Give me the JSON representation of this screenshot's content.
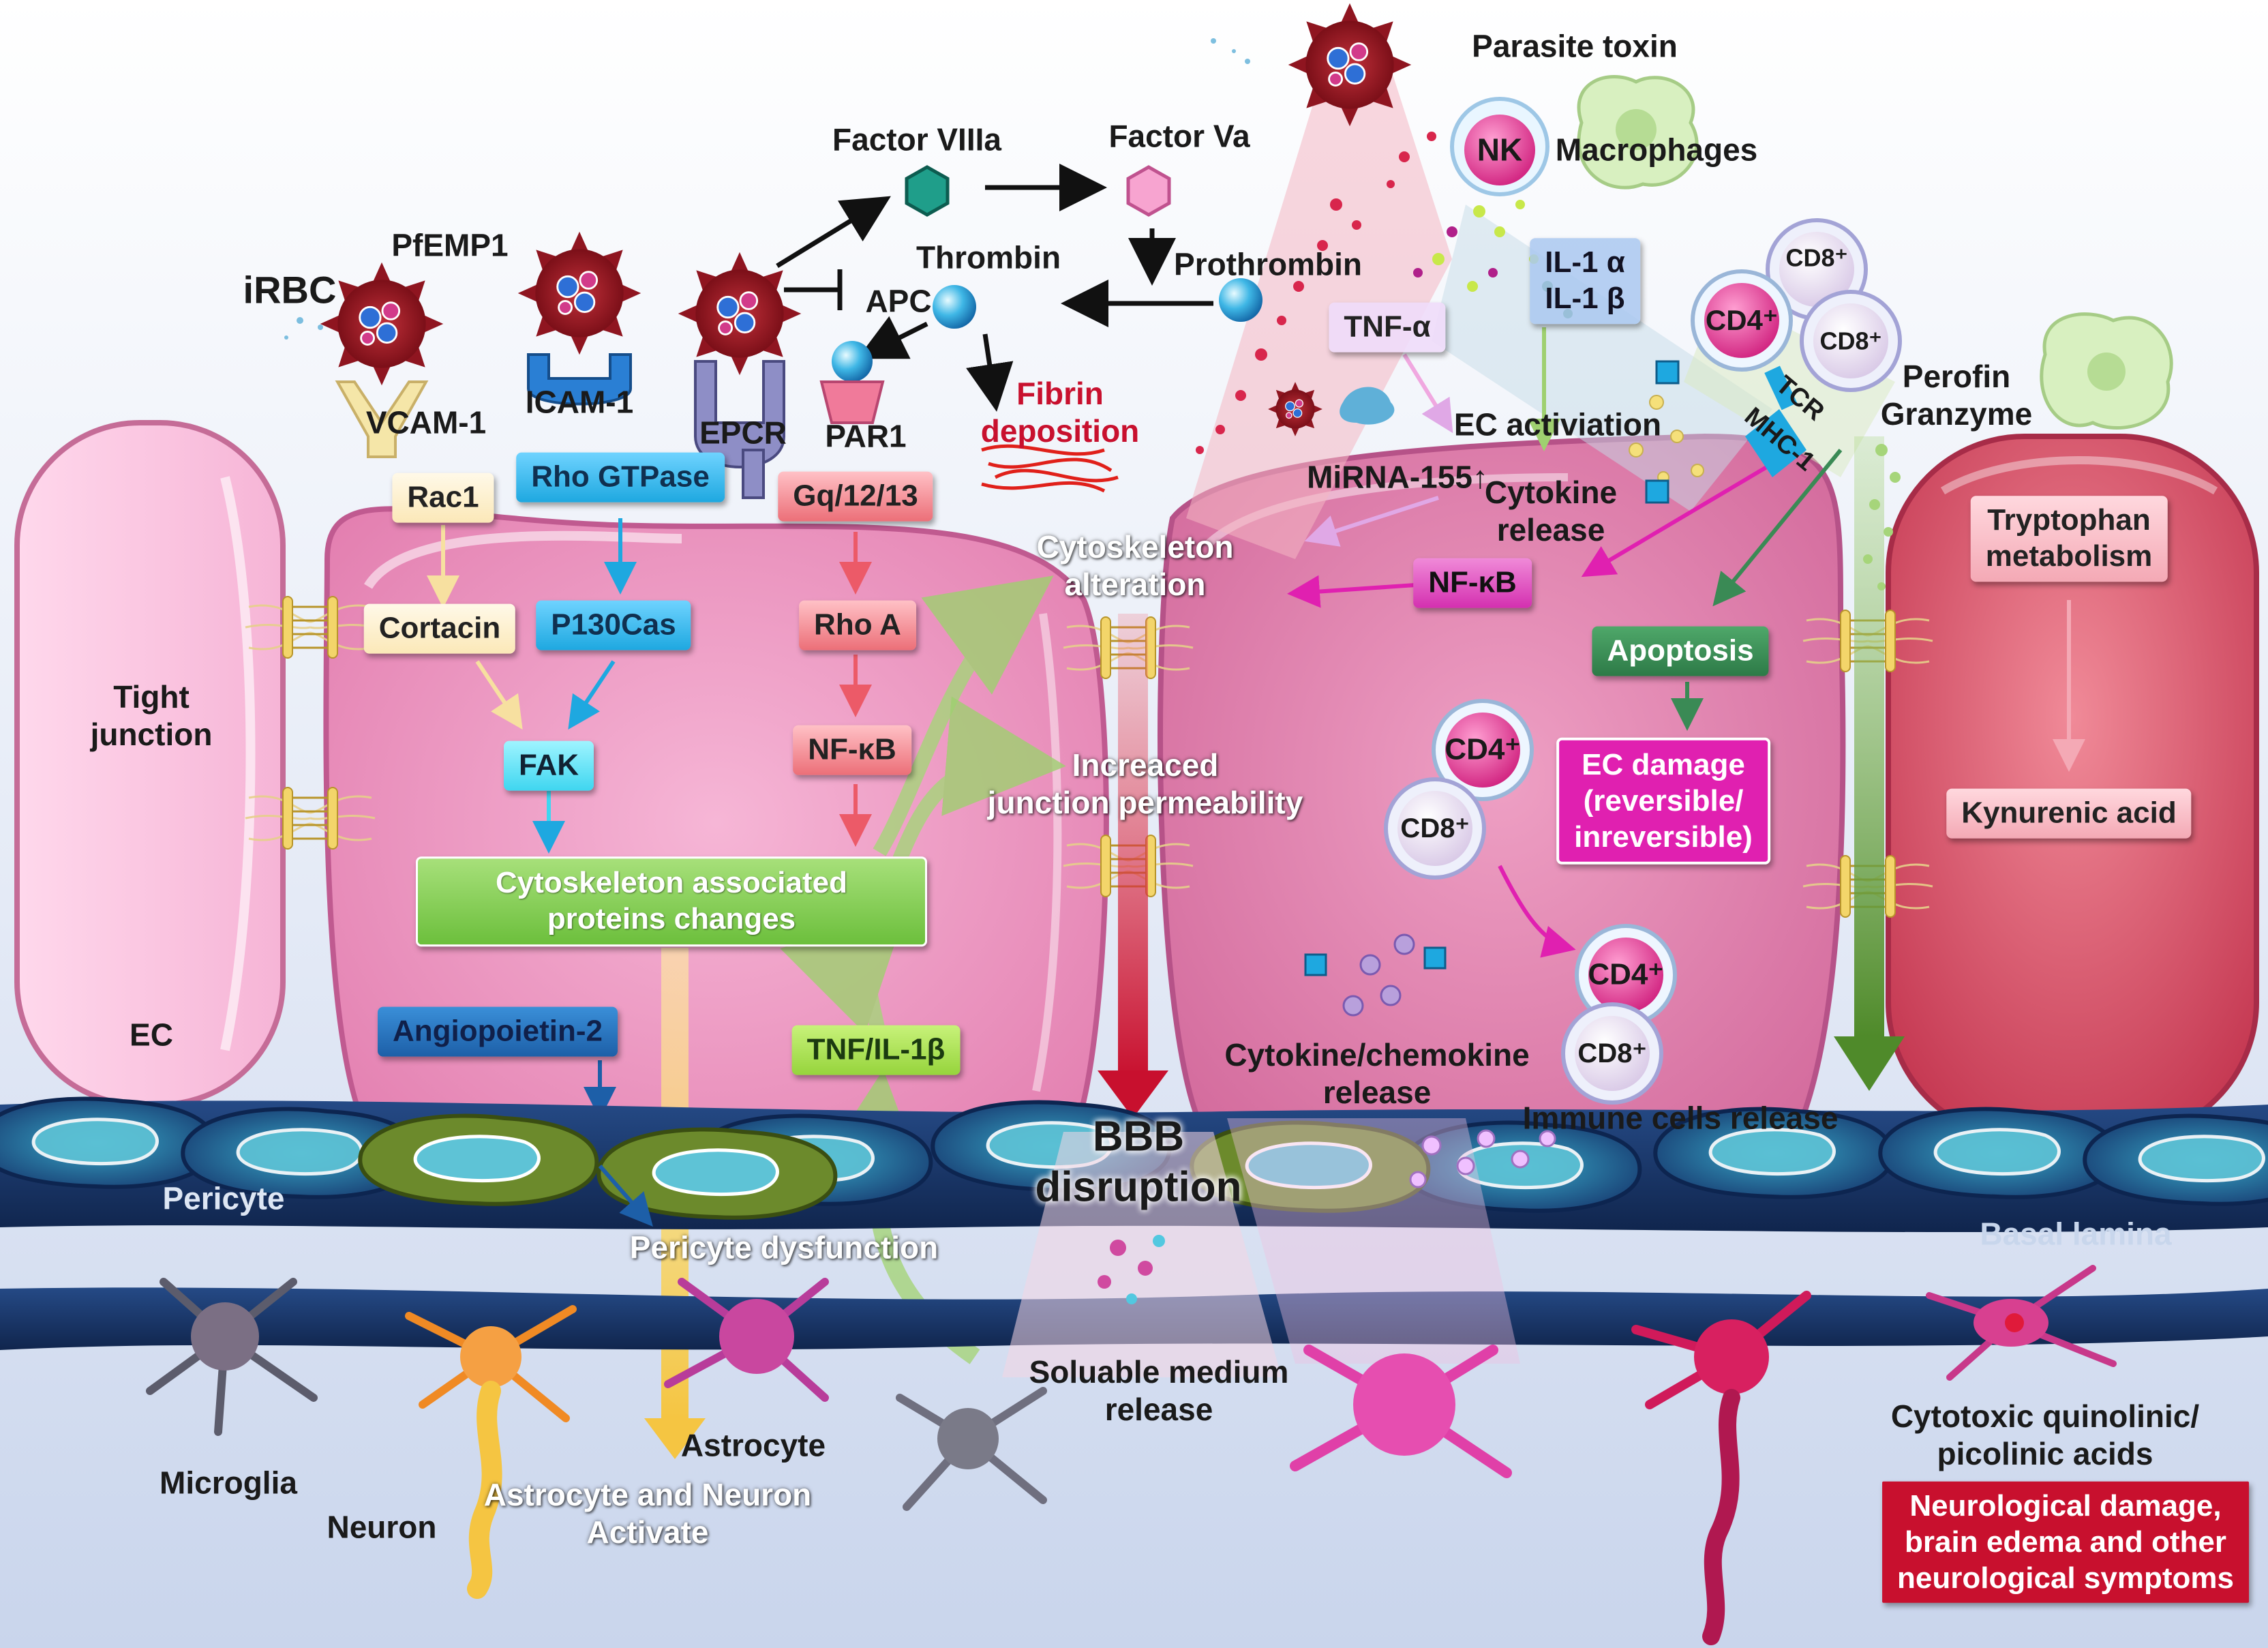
{
  "labels": {
    "parasite_toxin": "Parasite toxin",
    "nk": "NK",
    "macrophages": "Macrophages",
    "factor_viiia": "Factor VIIIa",
    "factor_va": "Factor Va",
    "thrombin": "Thrombin",
    "prothrombin": "Prothrombin",
    "apc": "APC",
    "pfemp1": "PfEMP1",
    "irbc": "iRBC",
    "vcam1": "VCAM-1",
    "icam1": "ICAM-1",
    "epcr": "EPCR",
    "par1": "PAR1",
    "fibrin_deposition": "Fibrin\ndeposition",
    "tnf_alpha": "TNF-α",
    "il1": "IL-1 α\nIL-1 β",
    "cd8_top": "CD8⁺",
    "cd4_top": "CD4⁺",
    "cd8_top2": "CD8⁺",
    "tcr": "TCR",
    "mhc1": "MHC-1",
    "perofin_granzyme": "Perofin\nGranzyme",
    "ec_activation": "EC activiation",
    "mirna155": "MiRNA-155↑",
    "cytokine_release": "Cytokine\nrelease",
    "rac1": "Rac1",
    "rho_gtpase": "Rho GTPase",
    "gq": "Gq/12/13",
    "cortacin": "Cortacin",
    "p130cas": "P130Cas",
    "rho_a": "Rho A",
    "nfkb_left": "NF-κB",
    "fak": "FAK",
    "cytoskeleton_assoc": "Cytoskeleton associated\nproteins changes",
    "cytoskeleton_alteration": "Cytoskeleton\nalteration",
    "increased_permeability": "Increaced\njunction permeability",
    "tight_junction": "Tight\njunction",
    "ec": "EC",
    "angiopoietin2": "Angiopoietin-2",
    "tnf_il1b": "TNF/IL-1β",
    "nfkb_right": "NF-κB",
    "apoptosis": "Apoptosis",
    "ec_damage": "EC damage\n(reversible/\ninreversible)",
    "tryptophan": "Tryptophan\nmetabolism",
    "kynurenic": "Kynurenic acid",
    "cd4_mid": "CD4⁺",
    "cd8_mid": "CD8⁺",
    "cd4_low": "CD4⁺",
    "cd8_low": "CD8⁺",
    "cytokine_chemokine": "Cytokine/chemokine\nrelease",
    "immune_release": "Immune cells release",
    "bbb": "BBB\ndisruption",
    "pericyte": "Pericyte",
    "pericyte_dysfunction": "Pericyte dysfunction",
    "basal_lamina": "Basal lamina",
    "soluable": "Soluable medium\nrelease",
    "microglia": "Microglia",
    "neuron": "Neuron",
    "astrocyte": "Astrocyte",
    "astro_neuron": "Astrocyte and Neuron\nActivate",
    "cytotoxic": "Cytotoxic quinolinic/\npicolinic acids",
    "neuro_damage": "Neurological damage,\nbrain edema and other\nneurological symptoms"
  },
  "colors": {
    "background": "#dfe6f4",
    "cell_pink": "#f2a3c8",
    "cell_red": "#d9435a",
    "pericyte_blue": "#1f3f7a",
    "parasite_red": "#9b1b22",
    "arrow_green": "#7bbf4a",
    "arrow_magenta": "#e020b0",
    "arrow_yellow": "#f5c542",
    "bbb_red": "#c8102e"
  }
}
